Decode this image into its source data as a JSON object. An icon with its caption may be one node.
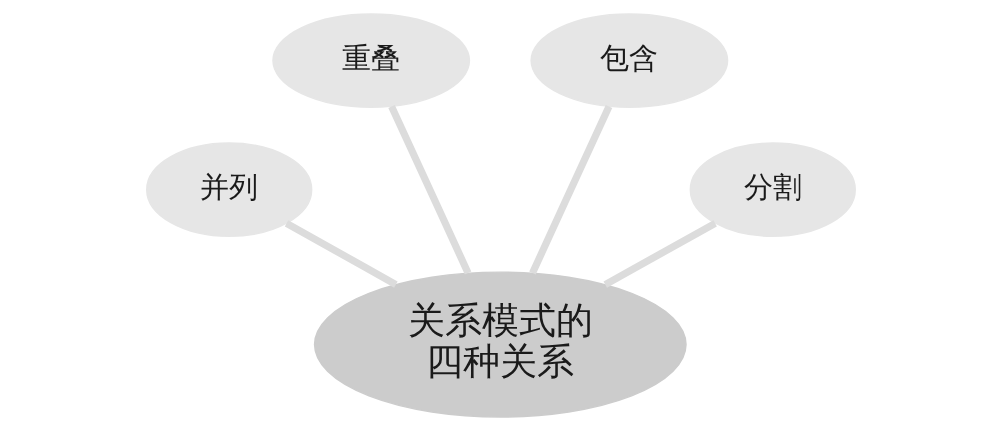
{
  "diagram": {
    "nodes": [
      {
        "text": [
          "并列"
        ]
      },
      {
        "text": [
          "重叠"
        ]
      },
      {
        "text": [
          "包含"
        ]
      },
      {
        "text": [
          "分割"
        ]
      },
      {
        "text": [
          "关系模式的四种关系"
        ]
      }
    ],
    "edges": [
      {
        "from": 4,
        "to": 0,
        "arrow": "none"
      },
      {
        "from": 4,
        "to": 1,
        "arrow": "none"
      },
      {
        "from": 4,
        "to": 2,
        "arrow": "none"
      },
      {
        "from": 4,
        "to": 3,
        "arrow": "none"
      }
    ]
  }
}
